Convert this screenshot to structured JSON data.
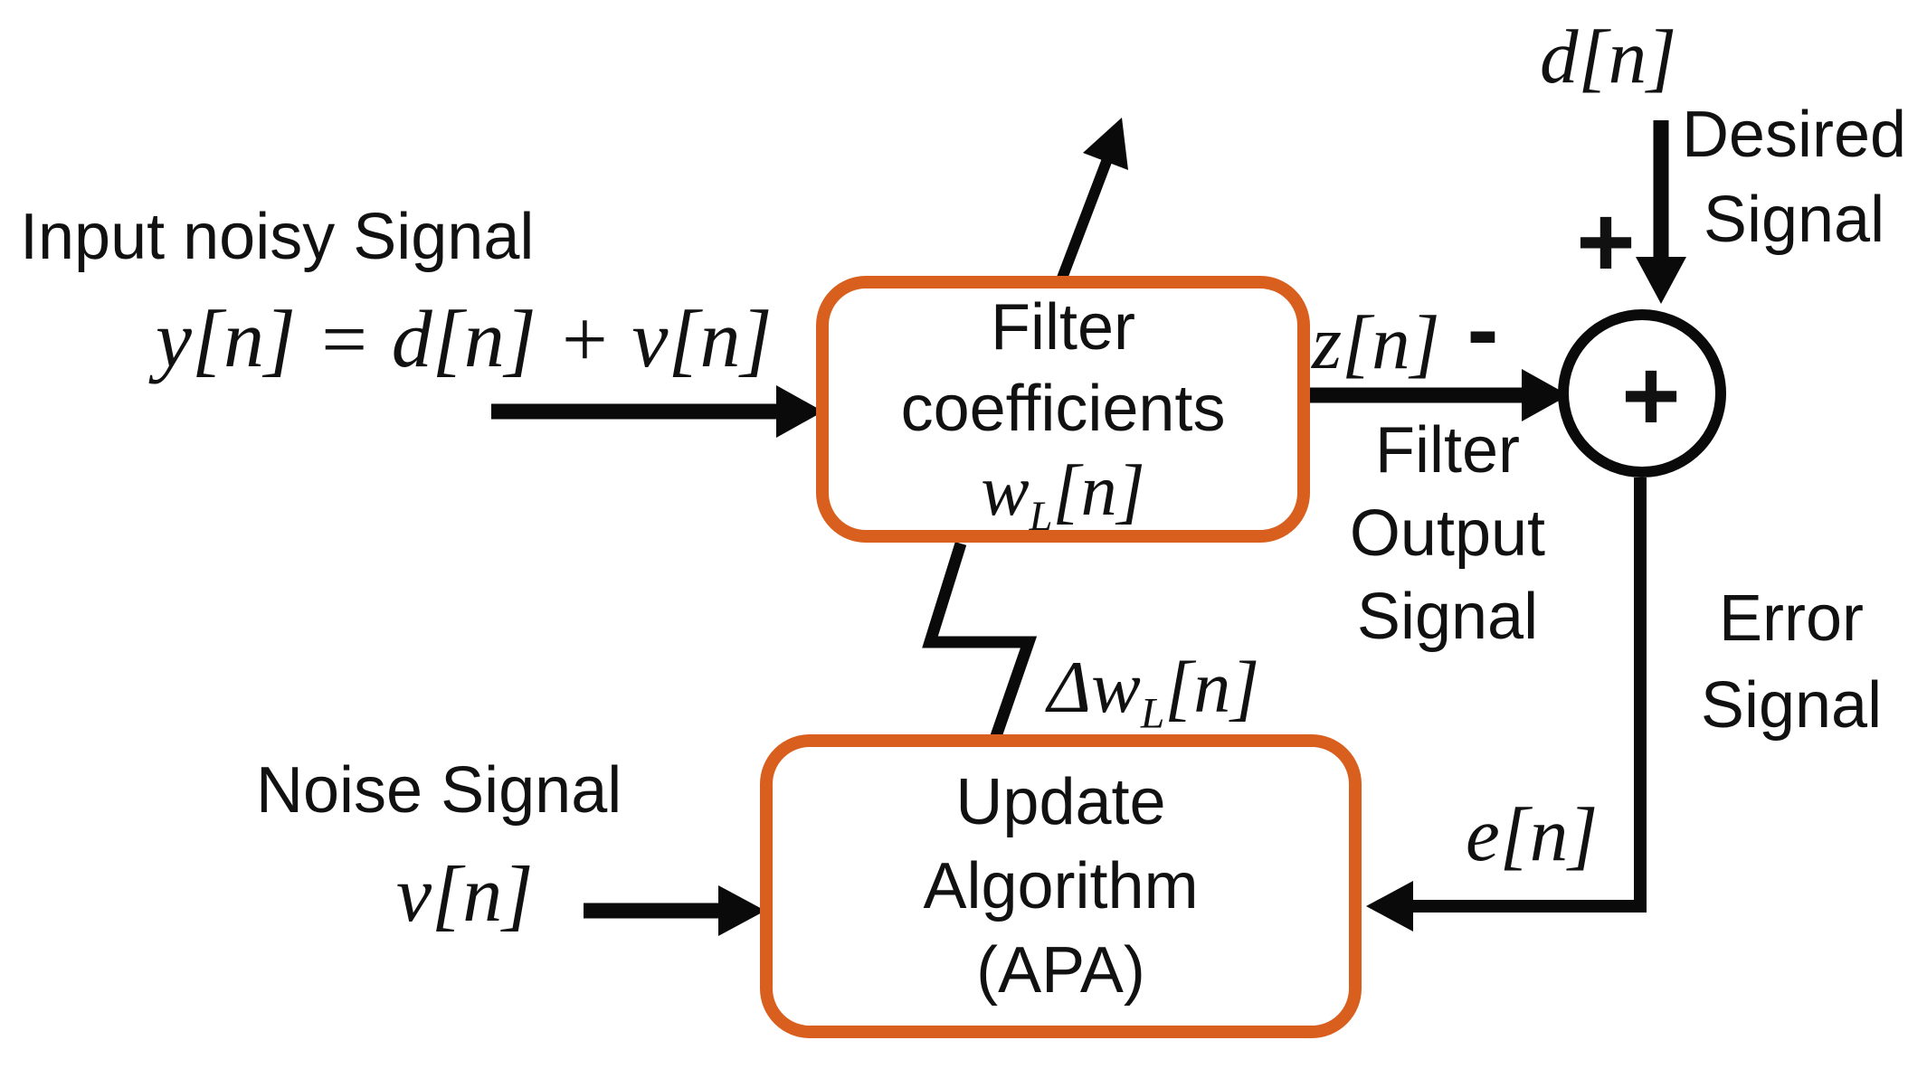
{
  "colors": {
    "box_stroke": "#d95f1e",
    "connector": "#0a0a0a",
    "text": "#111111",
    "background": "#ffffff"
  },
  "input": {
    "label": "Input noisy Signal",
    "equation": "y[n] = d[n] + v[n]"
  },
  "noise": {
    "label": "Noise Signal",
    "symbol": "v[n]"
  },
  "filter_box": {
    "line1": "Filter",
    "line2": "coefficients",
    "symbol_base": "w",
    "symbol_sub": "L",
    "symbol_rest": "[n]"
  },
  "update_box": {
    "line1": "Update",
    "line2": "Algorithm",
    "line3": "(APA)"
  },
  "adaptation": {
    "delta_base": "Δw",
    "delta_sub": "L",
    "delta_rest": "[n]"
  },
  "output": {
    "symbol": "z[n]",
    "minus_sign": "-",
    "label_line1": "Filter",
    "label_line2": "Output",
    "label_line3": "Signal"
  },
  "desired": {
    "symbol": "d[n]",
    "plus_sign": "+",
    "label_line1": "Desired",
    "label_line2": "Signal"
  },
  "summer": {
    "plus_sign": "+"
  },
  "error": {
    "symbol": "e[n]",
    "label_line1": "Error",
    "label_line2": "Signal"
  }
}
